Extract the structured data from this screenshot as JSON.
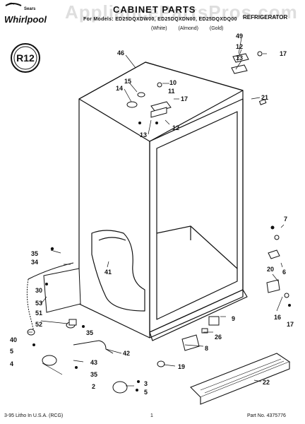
{
  "watermark": "AppliancePartsPros.com",
  "brand": "Whirlpool",
  "header": {
    "title": "CABINET PARTS",
    "model_line": "For Models: ED25DQXDW00, ED25DQXDN00, ED25DQXDQ00",
    "colors": [
      "(White)",
      "(Almond)",
      "(Gold)"
    ],
    "section": "REFRIGERATOR"
  },
  "badge": "R12",
  "callouts": {
    "c46": "46",
    "c15": "15",
    "c14": "14",
    "c10": "10",
    "c11": "11",
    "c17a": "17",
    "c13a": "13",
    "c12a": "12",
    "c49": "49",
    "c12b": "12",
    "c13b": "13",
    "c17b": "17",
    "c21": "21",
    "c7": "7",
    "c6": "6",
    "c20": "20",
    "c16": "16",
    "c17c": "17",
    "c35a": "35",
    "c34": "34",
    "c41": "41",
    "c30": "30",
    "c53": "53",
    "c51": "51",
    "c40": "40",
    "c52": "52",
    "c35b": "35",
    "c9": "9",
    "c26": "26",
    "c8": "8",
    "c5": "5",
    "c4": "4",
    "c42": "42",
    "c43": "43",
    "c35c": "35",
    "c2": "2",
    "c3": "3",
    "c5b": "5",
    "c19": "19",
    "c22": "22"
  },
  "footer": {
    "left": "3-95 Litho In U.S.A. (RCG)",
    "page": "1",
    "part_no": "Part No. 4375776"
  }
}
